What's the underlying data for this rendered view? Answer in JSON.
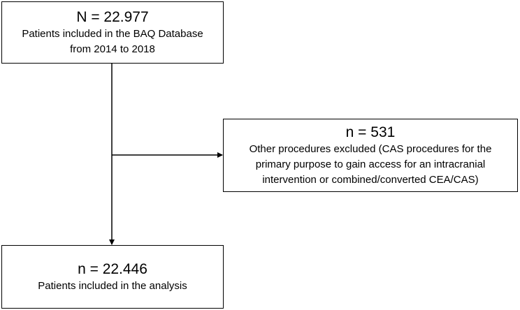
{
  "diagram": {
    "top_box": {
      "count": "N = 22.977",
      "lines": [
        "Patients included in the BAQ Database",
        "from 2014 to 2018"
      ]
    },
    "side_box": {
      "count": "n = 531",
      "lines": [
        "Other procedures excluded (CAS procedures for the",
        "primary purpose to gain access for an intracranial",
        "intervention or combined/converted CEA/CAS)"
      ]
    },
    "bottom_box": {
      "count": "n = 22.446",
      "lines": [
        "Patients included in the analysis"
      ]
    }
  }
}
